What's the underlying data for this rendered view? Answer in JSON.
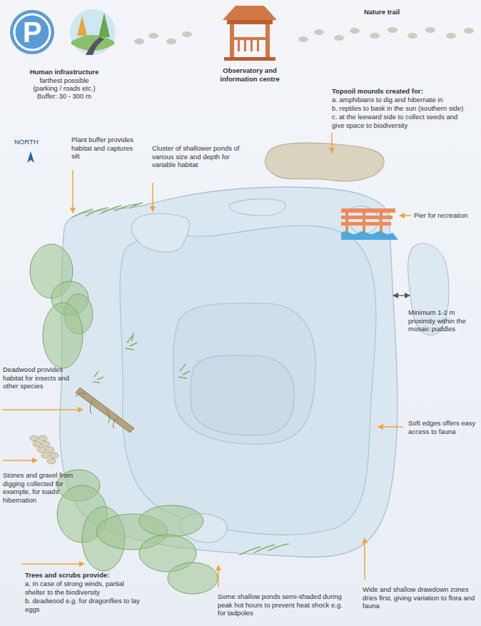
{
  "diagram": {
    "labels": [
      "P",
      "Human infrastructure",
      "farthest possible",
      "(parking / roads etc.)",
      "Buffer: 30 - 300 m",
      "Observatory and information centre",
      "Nature trail",
      "Topsoil mounds created for:",
      "a. amphibians to dig and hibernate in",
      "b. reptiles to bask in the sun (southern side)",
      "c. at the leeward side to collect seeds and give space to biodiversity",
      "NORTH",
      "Plant buffer provides habitat and captures silt",
      "Cluster of shallower ponds of various size and depth for variable habitat",
      "Pier for recreation",
      "Minimum 1-2 m proximity within the mosaic puddles",
      "Deadwood provides habitat for insects and other species",
      "Soft edges offers easy access to fauna",
      "Stones and gravel from digging collected for example, for toads' hibernation",
      "Trees and scrubs provide:",
      "a. In case of strong winds, partial shelter to the biodiversity",
      "b. deadwood e.g. for dragonflies to lay eggs",
      "Some shallow ponds semi-shaded during peak hot hours to prevent heat shock e.g. for tadpoles",
      "Wide and shallow drawdown zones dries first, giving variation to flora and fauna"
    ]
  }
}
